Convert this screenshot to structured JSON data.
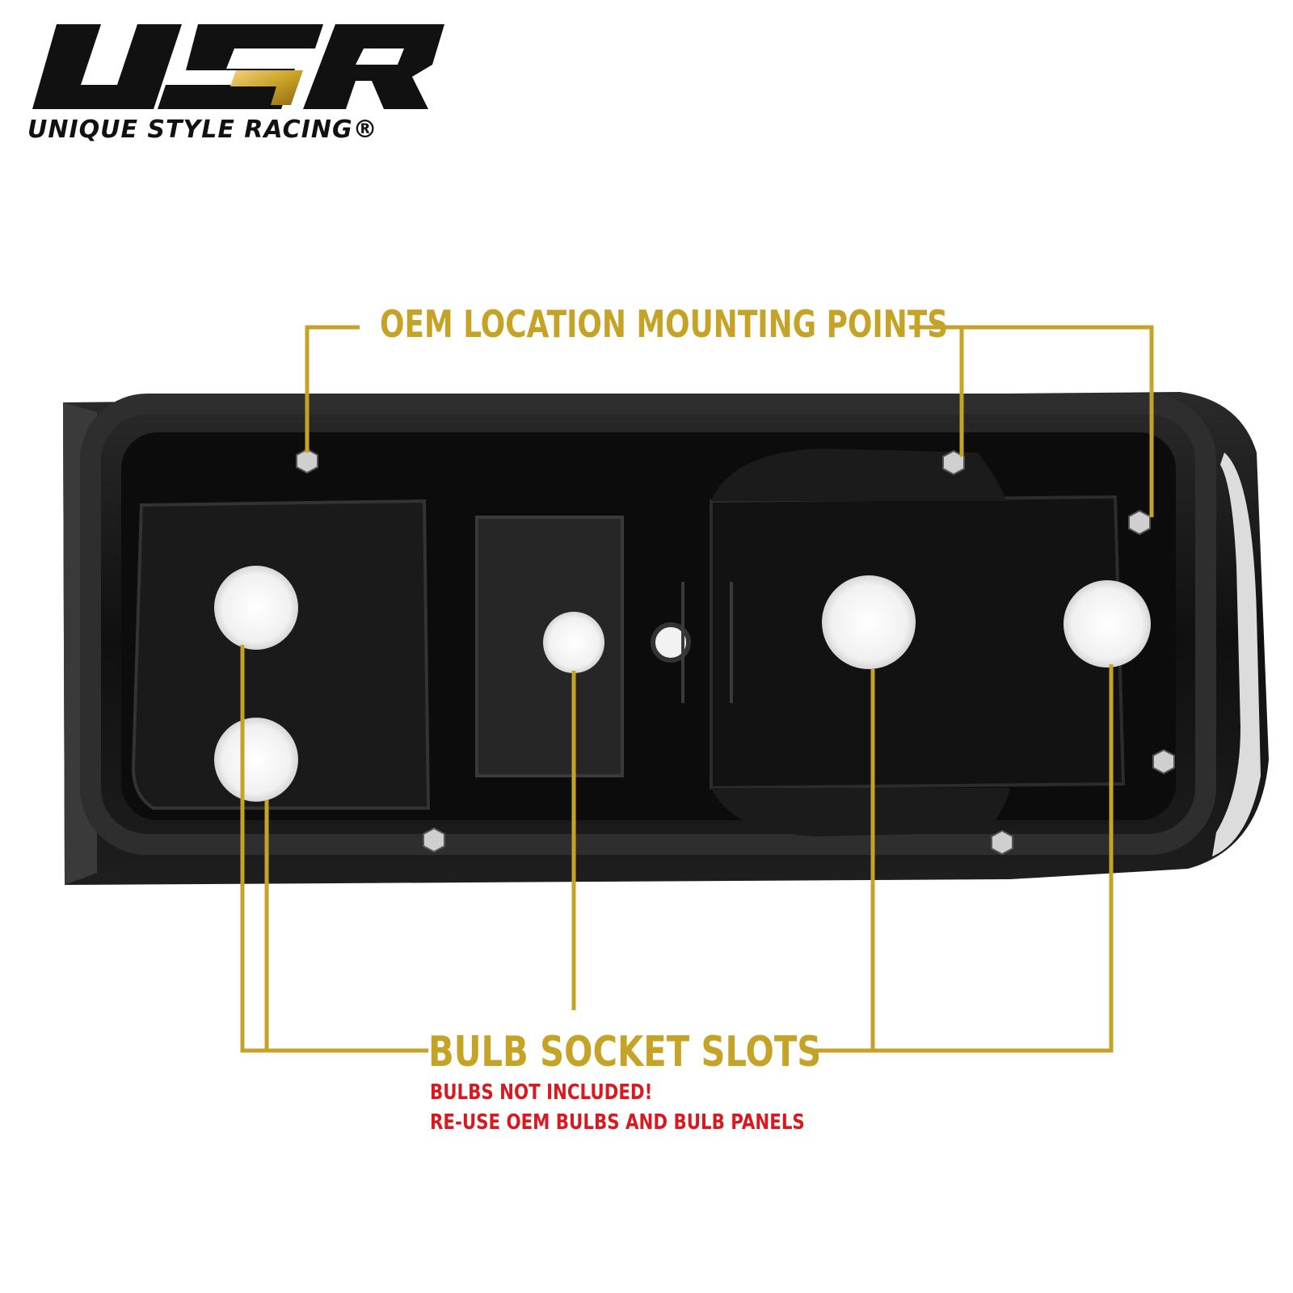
{
  "brand": {
    "logo_letters": "USR",
    "name": "UNIQUE STYLE RACING®",
    "colors": {
      "dark": "#111111",
      "gold": "#c9a227"
    }
  },
  "callouts": {
    "mounting": {
      "title": "OEM LOCATION MOUNTING POINTS"
    },
    "sockets": {
      "title": "BULB SOCKET SLOTS",
      "note_line1": "BULBS NOT INCLUDED!",
      "note_line2": "RE-USE OEM BULBS AND BULB PANELS"
    }
  },
  "colors": {
    "gold": "#c5a326",
    "red": "#d71920",
    "housing": "#161616"
  }
}
